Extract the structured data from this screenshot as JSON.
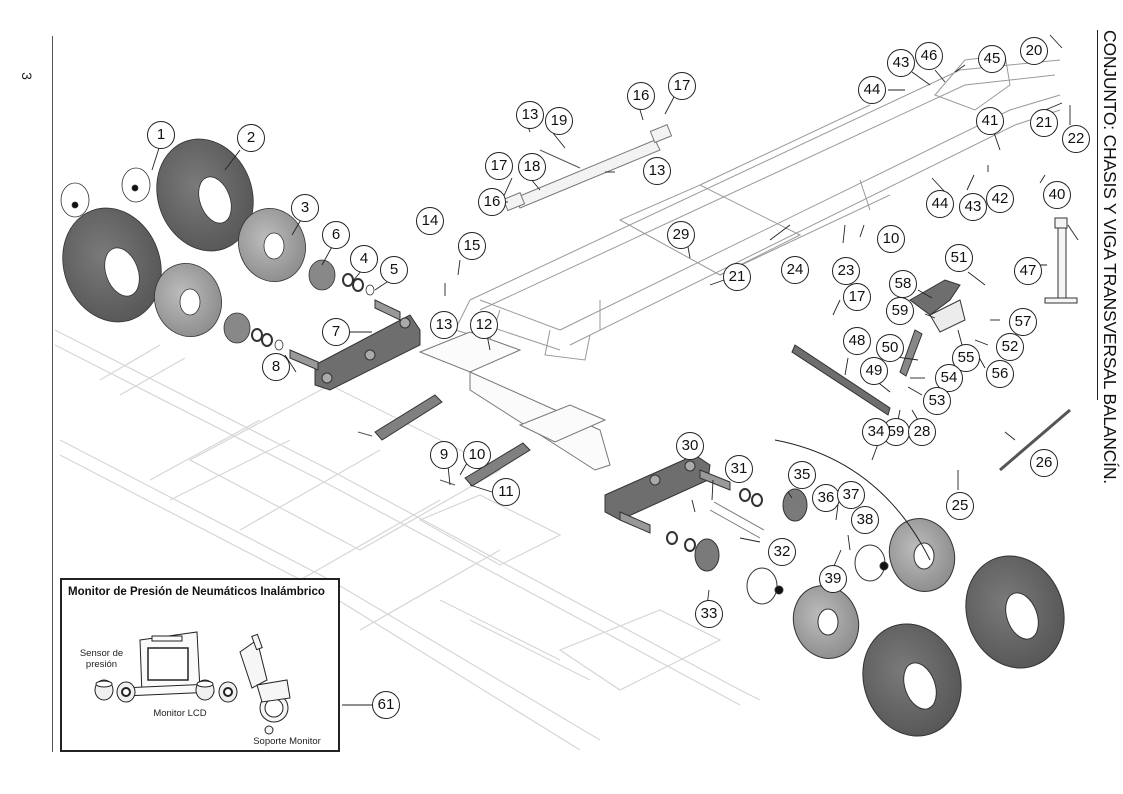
{
  "page": {
    "number": "3",
    "title": "CONJUNTO: CHASIS Y VIGA TRANSVERSAL BALANCÍN."
  },
  "inset": {
    "title": "Monitor de Presión de Neumáticos Inalámbrico",
    "labels": {
      "sensor": "Sensor de presión",
      "monitor": "Monitor LCD",
      "mount": "Soporte Monitor"
    },
    "callout": "61"
  },
  "callouts": [
    {
      "id": "1"
    },
    {
      "id": "2"
    },
    {
      "id": "3"
    },
    {
      "id": "4"
    },
    {
      "id": "5"
    },
    {
      "id": "6"
    },
    {
      "id": "7"
    },
    {
      "id": "8"
    },
    {
      "id": "9"
    },
    {
      "id": "10"
    },
    {
      "id": "11"
    },
    {
      "id": "12"
    },
    {
      "id": "13"
    },
    {
      "id": "14"
    },
    {
      "id": "15"
    },
    {
      "id": "13"
    },
    {
      "id": "16"
    },
    {
      "id": "17"
    },
    {
      "id": "18"
    },
    {
      "id": "19"
    },
    {
      "id": "13"
    },
    {
      "id": "16"
    },
    {
      "id": "17"
    },
    {
      "id": "29"
    },
    {
      "id": "21"
    },
    {
      "id": "24"
    },
    {
      "id": "23"
    },
    {
      "id": "10"
    },
    {
      "id": "44"
    },
    {
      "id": "43"
    },
    {
      "id": "46"
    },
    {
      "id": "45"
    },
    {
      "id": "20"
    },
    {
      "id": "21"
    },
    {
      "id": "22"
    },
    {
      "id": "41"
    },
    {
      "id": "44"
    },
    {
      "id": "43"
    },
    {
      "id": "42"
    },
    {
      "id": "40"
    },
    {
      "id": "47"
    },
    {
      "id": "51"
    },
    {
      "id": "58"
    },
    {
      "id": "59"
    },
    {
      "id": "57"
    },
    {
      "id": "52"
    },
    {
      "id": "55"
    },
    {
      "id": "56"
    },
    {
      "id": "17"
    },
    {
      "id": "48"
    },
    {
      "id": "50"
    },
    {
      "id": "49"
    },
    {
      "id": "54"
    },
    {
      "id": "53"
    },
    {
      "id": "59"
    },
    {
      "id": "28"
    },
    {
      "id": "34"
    },
    {
      "id": "26"
    },
    {
      "id": "25"
    },
    {
      "id": "30"
    },
    {
      "id": "31"
    },
    {
      "id": "35"
    },
    {
      "id": "36"
    },
    {
      "id": "37"
    },
    {
      "id": "38"
    },
    {
      "id": "32"
    },
    {
      "id": "39"
    },
    {
      "id": "33"
    }
  ]
}
